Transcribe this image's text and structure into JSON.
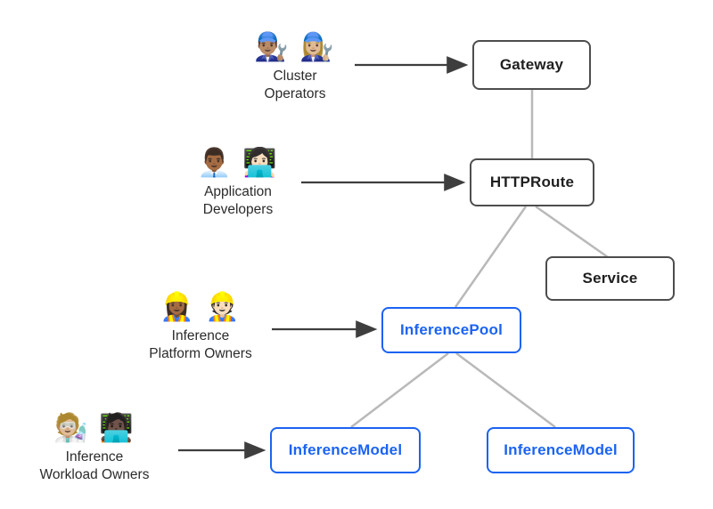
{
  "diagram": {
    "actors": [
      {
        "id": "cluster-operators",
        "emoji": "👨🏽‍🔧 👩🏼‍🔧",
        "emoji_name": "mechanic-emoji-pair",
        "label_line1": "Cluster",
        "label_line2": "Operators"
      },
      {
        "id": "application-developers",
        "emoji": "👨🏾‍💼 👩🏻‍💻",
        "emoji_name": "office-worker-and-technologist-emoji-pair",
        "label_line1": "Application",
        "label_line2": "Developers"
      },
      {
        "id": "inference-platform-owners",
        "emoji": "👷🏾‍♀️ 👷🏻",
        "emoji_name": "construction-worker-emoji-pair",
        "label_line1": "Inference",
        "label_line2": "Platform Owners"
      },
      {
        "id": "inference-workload-owners",
        "emoji": "🧑🏼‍🔬 🧑🏿‍💻",
        "emoji_name": "scientist-and-technologist-emoji-pair",
        "label_line1": "Inference",
        "label_line2": "Workload Owners"
      }
    ],
    "nodes": [
      {
        "id": "gateway",
        "label": "Gateway",
        "style": "dark-bordered"
      },
      {
        "id": "httproute",
        "label": "HTTPRoute",
        "style": "dark-bordered"
      },
      {
        "id": "service",
        "label": "Service",
        "style": "dark-bordered"
      },
      {
        "id": "inferencepool",
        "label": "InferencePool",
        "style": "blue-bordered"
      },
      {
        "id": "inferencemodel-left",
        "label": "InferenceModel",
        "style": "blue-bordered"
      },
      {
        "id": "inferencemodel-right",
        "label": "InferenceModel",
        "style": "blue-bordered"
      }
    ],
    "edges": [
      {
        "from": "cluster-operators",
        "to": "gateway",
        "kind": "arrow"
      },
      {
        "from": "application-developers",
        "to": "httproute",
        "kind": "arrow"
      },
      {
        "from": "inference-platform-owners",
        "to": "inferencepool",
        "kind": "arrow"
      },
      {
        "from": "inference-workload-owners",
        "to": "inferencemodel-left",
        "kind": "arrow"
      },
      {
        "from": "gateway",
        "to": "httproute",
        "kind": "line"
      },
      {
        "from": "httproute",
        "to": "inferencepool",
        "kind": "line"
      },
      {
        "from": "httproute",
        "to": "service",
        "kind": "line"
      },
      {
        "from": "inferencepool",
        "to": "inferencemodel-left",
        "kind": "line"
      },
      {
        "from": "inferencepool",
        "to": "inferencemodel-right",
        "kind": "line"
      }
    ],
    "colors": {
      "background": "#ffffff",
      "dark_node_border": "#4d4d4d",
      "dark_node_text": "#1f1f1f",
      "blue_node_border": "#1b63f2",
      "blue_node_text": "#1b63f2",
      "arrow": "#3e3e3e",
      "connector": "#b9b9b9",
      "actor_label_text": "#2b2b2b"
    }
  }
}
